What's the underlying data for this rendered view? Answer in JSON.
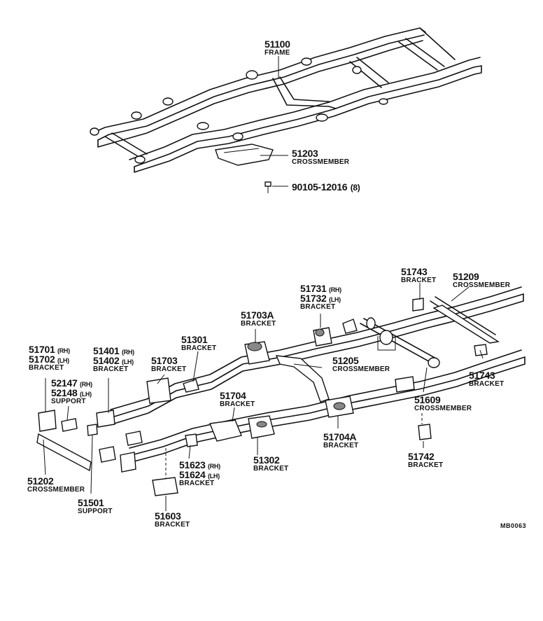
{
  "labels": {
    "p51100": {
      "number": "51100",
      "name": "FRAME"
    },
    "p51203": {
      "number": "51203",
      "name": "CROSSMEMBER"
    },
    "p90105": {
      "number": "90105-12016",
      "qty": "(8)"
    },
    "p51743a": {
      "number": "51743",
      "name": "BRACKET"
    },
    "p51209": {
      "number": "51209",
      "name": "CROSSMEMBER"
    },
    "p51731": {
      "number": "51731",
      "side": "(RH)"
    },
    "p51732": {
      "number": "51732",
      "side": "(LH)",
      "name": "BRACKET"
    },
    "p51703A": {
      "number": "51703A",
      "name": "BRACKET"
    },
    "p51301": {
      "number": "51301",
      "name": "BRACKET"
    },
    "p51701": {
      "number": "51701",
      "side": "(RH)"
    },
    "p51702": {
      "number": "51702",
      "side": "(LH)",
      "name": "BRACKET"
    },
    "p51401": {
      "number": "51401",
      "side": "(RH)"
    },
    "p51402": {
      "number": "51402",
      "side": "(LH)",
      "name": "BRACKET"
    },
    "p51703": {
      "number": "51703",
      "name": "BRACKET"
    },
    "p51205": {
      "number": "51205",
      "name": "CROSSMEMBER"
    },
    "p51743b": {
      "number": "51743",
      "name": "BRACKET"
    },
    "p52147": {
      "number": "52147",
      "side": "(RH)"
    },
    "p52148": {
      "number": "52148",
      "side": "(LH)",
      "name": "SUPPORT"
    },
    "p51704": {
      "number": "51704",
      "name": "BRACKET"
    },
    "p51609": {
      "number": "51609",
      "name": "CROSSMEMBER"
    },
    "p51704A": {
      "number": "51704A",
      "name": "BRACKET"
    },
    "p51742": {
      "number": "51742",
      "name": "BRACKET"
    },
    "p51623": {
      "number": "51623",
      "side": "(RH)"
    },
    "p51624": {
      "number": "51624",
      "side": "(LH)",
      "name": "BRACKET"
    },
    "p51302": {
      "number": "51302",
      "name": "BRACKET"
    },
    "p51202": {
      "number": "51202",
      "name": "CROSSMEMBER"
    },
    "p51501": {
      "number": "51501",
      "name": "SUPPORT"
    },
    "p51603": {
      "number": "51603",
      "name": "BRACKET"
    }
  },
  "diagram_code": "MB0063"
}
